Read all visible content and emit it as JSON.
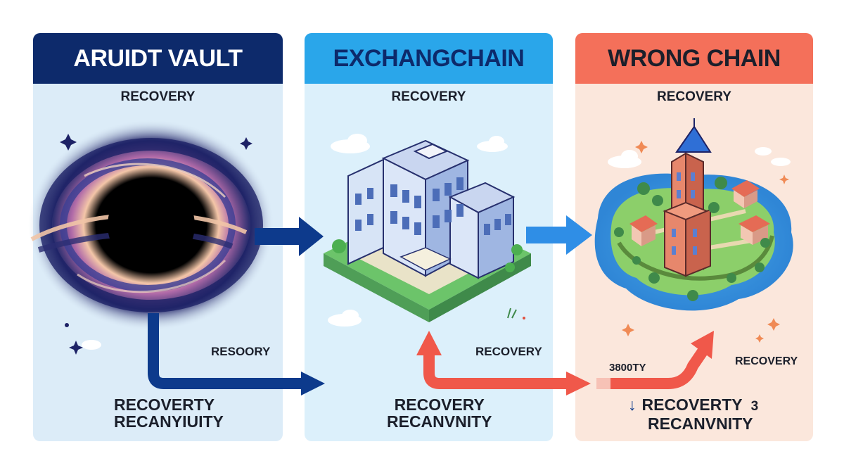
{
  "panels": [
    {
      "title": "ARUIDT VAULT",
      "subtitle": "RECOVERY",
      "side_label": "RESOORY",
      "bottom_line1": "RECOVERTY",
      "bottom_line2": "RECANYIUITY",
      "header_color": "#0d2a6b",
      "header_text_color": "#ffffff",
      "bg_color": "#dcecf8"
    },
    {
      "title": "EXCHANGCHAIN",
      "subtitle": "RECOVERY",
      "side_label": "RECOVERY",
      "bottom_line1": "RECOVERY",
      "bottom_line2": "RECANVNITY",
      "header_color": "#2aa6ea",
      "header_text_color": "#0d2a6b",
      "bg_color": "#dcf0fb"
    },
    {
      "title": "WRONG CHAIN",
      "subtitle": "RECOVERY",
      "side_label": "RECOVERY",
      "amount_label": "3800TY",
      "bottom_arrow": "↓",
      "bottom_line1": "RECOVERTY",
      "bottom_number": "3",
      "bottom_line2": "RECANVNITY",
      "header_color": "#f4705a",
      "header_text_color": "#1b1f2b",
      "bg_color": "#fbe7dc"
    }
  ],
  "colors": {
    "blue_arrow": "#0d3a8c",
    "light_blue_arrow": "#2f8ee6",
    "red_arrow": "#f0584a"
  },
  "icons": [
    "black-hole-icon",
    "office-building-icon",
    "island-town-icon",
    "sparkle-icon",
    "cloud-icon"
  ]
}
